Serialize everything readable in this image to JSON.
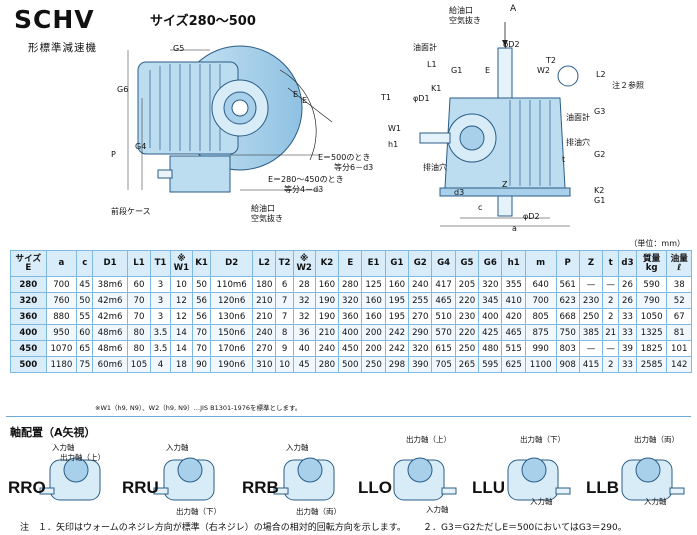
{
  "header": {
    "model": "SCHV",
    "subtitle": "形標準減速機",
    "size_range": "サイズ280～500"
  },
  "side_view": {
    "labels": {
      "g5": "G5",
      "g6": "G6",
      "g4": "G4",
      "p": "P",
      "e1": "E",
      "e2": "E",
      "note_e500": "E＝500のとき",
      "note_e500_b": "等分6－d3",
      "note_e280": "E＝280～450のとき",
      "note_e280_b": "等分4－d3",
      "front_case": "前段ケース",
      "oil_inlet": "給油口",
      "air_vent": "空気抜き"
    }
  },
  "front_view": {
    "labels": {
      "oil_inlet": "給油口",
      "air_vent": "空気抜き",
      "arrow_a": "A",
      "od2_top": "φD2",
      "oil_gauge_top": "油面計",
      "l1": "L1",
      "g1": "G1",
      "e": "E",
      "t2": "T2",
      "w2": "W2",
      "l2": "L2",
      "note2": "注２参照",
      "k1": "K1",
      "od1": "φD1",
      "t1": "T1",
      "w1": "W1",
      "g3": "G3",
      "h1": "h1",
      "oil_gauge": "油面計",
      "drain_left": "排油穴",
      "drain_right": "排油穴",
      "g2": "G2",
      "t": "t",
      "z": "Z",
      "d3": "d3",
      "c": "c",
      "a": "a",
      "od2_bottom": "φD2",
      "k2": "K2",
      "g1b": "G1"
    }
  },
  "table": {
    "unit_note": "（単位：mm）",
    "headers": [
      {
        "main": "サイズ",
        "sub": "E"
      },
      {
        "main": "a",
        "sub": ""
      },
      {
        "main": "c",
        "sub": ""
      },
      {
        "main": "D1",
        "sub": ""
      },
      {
        "main": "L1",
        "sub": ""
      },
      {
        "main": "T1",
        "sub": ""
      },
      {
        "main": "※",
        "sub": "W1"
      },
      {
        "main": "K1",
        "sub": ""
      },
      {
        "main": "D2",
        "sub": ""
      },
      {
        "main": "L2",
        "sub": ""
      },
      {
        "main": "T2",
        "sub": ""
      },
      {
        "main": "※",
        "sub": "W2"
      },
      {
        "main": "K2",
        "sub": ""
      },
      {
        "main": "E",
        "sub": ""
      },
      {
        "main": "E1",
        "sub": ""
      },
      {
        "main": "G1",
        "sub": ""
      },
      {
        "main": "G2",
        "sub": ""
      },
      {
        "main": "G4",
        "sub": ""
      },
      {
        "main": "G5",
        "sub": ""
      },
      {
        "main": "G6",
        "sub": ""
      },
      {
        "main": "h1",
        "sub": ""
      },
      {
        "main": "m",
        "sub": ""
      },
      {
        "main": "P",
        "sub": ""
      },
      {
        "main": "Z",
        "sub": ""
      },
      {
        "main": "t",
        "sub": ""
      },
      {
        "main": "d3",
        "sub": ""
      },
      {
        "main": "質量",
        "sub": "kg"
      },
      {
        "main": "油量",
        "sub": "ℓ"
      }
    ],
    "rows": [
      [
        "280",
        "700",
        "45",
        "38m6",
        "60",
        "3",
        "10",
        "50",
        "110m6",
        "180",
        "6",
        "28",
        "160",
        "280",
        "125",
        "160",
        "240",
        "417",
        "205",
        "320",
        "355",
        "640",
        "561",
        "—",
        "—",
        "26",
        "590",
        "38"
      ],
      [
        "320",
        "760",
        "50",
        "42m6",
        "70",
        "3",
        "12",
        "56",
        "120n6",
        "210",
        "7",
        "32",
        "190",
        "320",
        "160",
        "195",
        "255",
        "465",
        "220",
        "345",
        "410",
        "700",
        "623",
        "230",
        "2",
        "26",
        "790",
        "52"
      ],
      [
        "360",
        "880",
        "55",
        "42m6",
        "70",
        "3",
        "12",
        "56",
        "130n6",
        "210",
        "7",
        "32",
        "190",
        "360",
        "160",
        "195",
        "270",
        "510",
        "230",
        "400",
        "420",
        "805",
        "668",
        "250",
        "2",
        "33",
        "1050",
        "67"
      ],
      [
        "400",
        "950",
        "60",
        "48m6",
        "80",
        "3.5",
        "14",
        "70",
        "150n6",
        "240",
        "8",
        "36",
        "210",
        "400",
        "200",
        "242",
        "290",
        "570",
        "220",
        "425",
        "465",
        "875",
        "750",
        "385",
        "21",
        "33",
        "1325",
        "81"
      ],
      [
        "450",
        "1070",
        "65",
        "48m6",
        "80",
        "3.5",
        "14",
        "70",
        "170n6",
        "270",
        "9",
        "40",
        "240",
        "450",
        "200",
        "242",
        "320",
        "615",
        "250",
        "480",
        "515",
        "990",
        "803",
        "—",
        "—",
        "39",
        "1825",
        "101"
      ],
      [
        "500",
        "1180",
        "75",
        "60m6",
        "105",
        "4",
        "18",
        "90",
        "190n6",
        "310",
        "10",
        "45",
        "280",
        "500",
        "250",
        "298",
        "390",
        "705",
        "265",
        "595",
        "625",
        "1100",
        "908",
        "415",
        "2",
        "33",
        "2585",
        "142"
      ]
    ],
    "footnote": "※W1（h9, N9）、W2（h9, N9）…JIS B1301-1976を標準とします。"
  },
  "arrangement": {
    "title": "軸配置（A矢視）",
    "items": [
      {
        "code": "RRO",
        "in": "入力軸",
        "out": ""
      },
      {
        "code": "RRU",
        "in": "入力軸",
        "out": "出力軸（下）"
      },
      {
        "code": "RRB",
        "in": "入力軸",
        "out": "出力軸（両）"
      },
      {
        "code": "LLO",
        "in": "",
        "out": "出力軸（上）"
      },
      {
        "code": "LLU",
        "in": "入力軸",
        "out": "出力軸（下）"
      },
      {
        "code": "LLB",
        "in": "入力軸",
        "out": "出力軸（両）"
      }
    ],
    "extra": {
      "rro_out": "出力軸（上）",
      "llo_in": "入力軸"
    }
  },
  "footnote": {
    "note1": "注　１．矢印はウォームのネジレ方向が標準（右ネジレ）の場合の相対的回転方向を示します。",
    "note2": "２．G3＝G2ただしE＝500においてはG3＝290。"
  }
}
